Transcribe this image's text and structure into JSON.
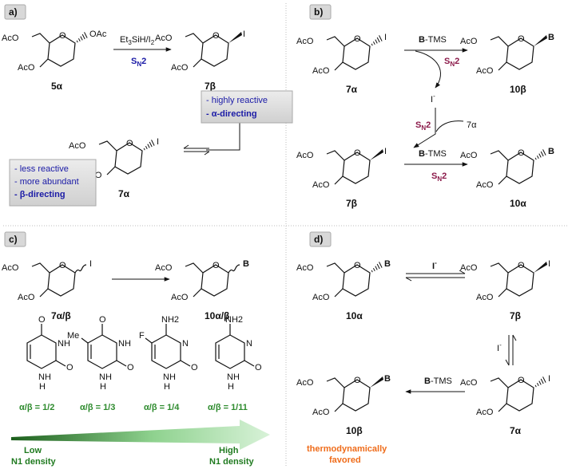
{
  "panels": {
    "a": {
      "label": "a)",
      "start": {
        "substituent": "OAc",
        "ac1": "AcO",
        "ac2": "AcO",
        "compound": "5α"
      },
      "reagent": "Et3SiH/I2",
      "reagent_parts": [
        "Et",
        "3",
        "SiH/I",
        "2"
      ],
      "mechanism": [
        "S",
        "N",
        "2"
      ],
      "product": {
        "substituent": "I",
        "ac1": "AcO",
        "ac2": "AcO",
        "compound": "7β"
      },
      "anomer": {
        "substituent": "I",
        "ac1": "AcO",
        "ac2": "AcO",
        "compound": "7α"
      },
      "note_right": [
        "- highly reactive",
        "- α-directing"
      ],
      "note_left": [
        "- less reactive",
        "- more abundant",
        "- β-directing"
      ]
    },
    "b": {
      "label": "b)",
      "start": {
        "substituent": "I",
        "ac1": "AcO",
        "ac2": "AcO",
        "compound": "7α"
      },
      "reagent_top": {
        "bold": "B",
        "rest": "-TMS"
      },
      "sn2_top": [
        "S",
        "N",
        "2"
      ],
      "product_top": {
        "substituent": "B",
        "ac1": "AcO",
        "ac2": "AcO",
        "compound": "10β"
      },
      "iodide": "I",
      "iodide_charge": "-",
      "sn2_mid": [
        "S",
        "N",
        "2"
      ],
      "mid_reagent": "7α",
      "mid": {
        "substituent": "I",
        "ac1": "AcO",
        "ac2": "AcO",
        "compound": "7β"
      },
      "reagent_bottom": {
        "bold": "B",
        "rest": "-TMS"
      },
      "sn2_bottom": [
        "S",
        "N",
        "2"
      ],
      "product_bottom": {
        "substituent": "B",
        "ac1": "AcO",
        "ac2": "AcO",
        "compound": "10α"
      }
    },
    "c": {
      "label": "c)",
      "start": {
        "substituent": "I",
        "ac1": "AcO",
        "ac2": "AcO",
        "compound": "7α/β"
      },
      "product": {
        "substituent": "B",
        "ac1": "AcO",
        "ac2": "AcO",
        "compound": "10α/β"
      },
      "bases": [
        {
          "ratio": "α/β = 1/2"
        },
        {
          "ratio": "α/β = 1/3",
          "sub": "Me"
        },
        {
          "ratio": "α/β = 1/4",
          "sub": "F",
          "amine": "NH2"
        },
        {
          "ratio": "α/β = 1/11",
          "amine": "NH2"
        }
      ],
      "atoms": {
        "O": "O",
        "NH": "NH",
        "N": "N",
        "H": "H",
        "NH2_N": "NH",
        "NH2_sub": "2"
      },
      "low": [
        "Low",
        "N1 density"
      ],
      "high": [
        "High",
        "N1 density"
      ]
    },
    "d": {
      "label": "d)",
      "start": {
        "substituent": "B",
        "ac1": "AcO",
        "ac2": "AcO",
        "compound": "10α"
      },
      "iodide": "I",
      "iodide_charge": "-",
      "right_top": {
        "substituent": "I",
        "ac1": "AcO",
        "ac2": "AcO",
        "compound": "7β"
      },
      "right_bottom": {
        "substituent": "I",
        "ac1": "AcO",
        "ac2": "AcO",
        "compound": "7α"
      },
      "reagent": {
        "bold": "B",
        "rest": "-TMS"
      },
      "product": {
        "substituent": "B",
        "ac1": "AcO",
        "ac2": "AcO",
        "compound": "10β"
      },
      "thermo": [
        "thermodynamically",
        "favored"
      ]
    }
  },
  "colors": {
    "blue": "#1a1aa6",
    "maroon": "#8b1a4a",
    "green": "#2e8b2e",
    "orange": "#ef6c1a",
    "divider": "#bdbdbd"
  }
}
